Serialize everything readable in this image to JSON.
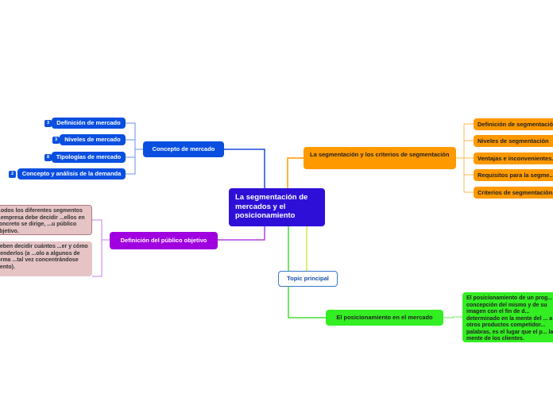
{
  "central": {
    "title": "La segmentación de mercados y el posicionamiento"
  },
  "topic": {
    "label": "Topic principal"
  },
  "concepto": {
    "label": "Concepto de mercado",
    "children": [
      {
        "label": "Definición de mercado",
        "badge": "3"
      },
      {
        "label": "Niveles de mercado",
        "badge": "3"
      },
      {
        "label": "Tipologías de mercado",
        "badge": "8"
      },
      {
        "label": "Concepto y análisis de la demanda",
        "badge": "2"
      }
    ]
  },
  "publico": {
    "label": "Definición del público objetivo",
    "notes": [
      "...odos los diferentes segmentos ...empresa debe decidir ...ellos en concreto se dirige, ...u público objetivo.",
      "...eben decidir cuántos ...er y cómo atenderlos (a ...olo a algunos de forma ...tal vez concentrándose ...ento)."
    ]
  },
  "segmentacion": {
    "label": "La segmentación y los criterios de segmentación",
    "children": [
      {
        "label": "Definición de segmentació..."
      },
      {
        "label": "Niveles de segmentación"
      },
      {
        "label": "Ventajas e inconvenientes..."
      },
      {
        "label": "Requisitos para la segme..."
      },
      {
        "label": "Criterios de segmentación..."
      }
    ]
  },
  "posicionamiento": {
    "label": "El posicionamiento en el mercado",
    "note": "El posicionamiento de un prog... concepción del mismo y de su imagen con el fin de d... determinado en la mente del ... a otros productos competidor... palabras, es el lugar que el p... la mente de los clientes."
  },
  "colors": {
    "central": "#2e0fd8",
    "blue": "#0a4fe0",
    "orange": "#ff9900",
    "green": "#33ee22",
    "purple": "#a000e0",
    "pink": "#e6c4c6"
  }
}
